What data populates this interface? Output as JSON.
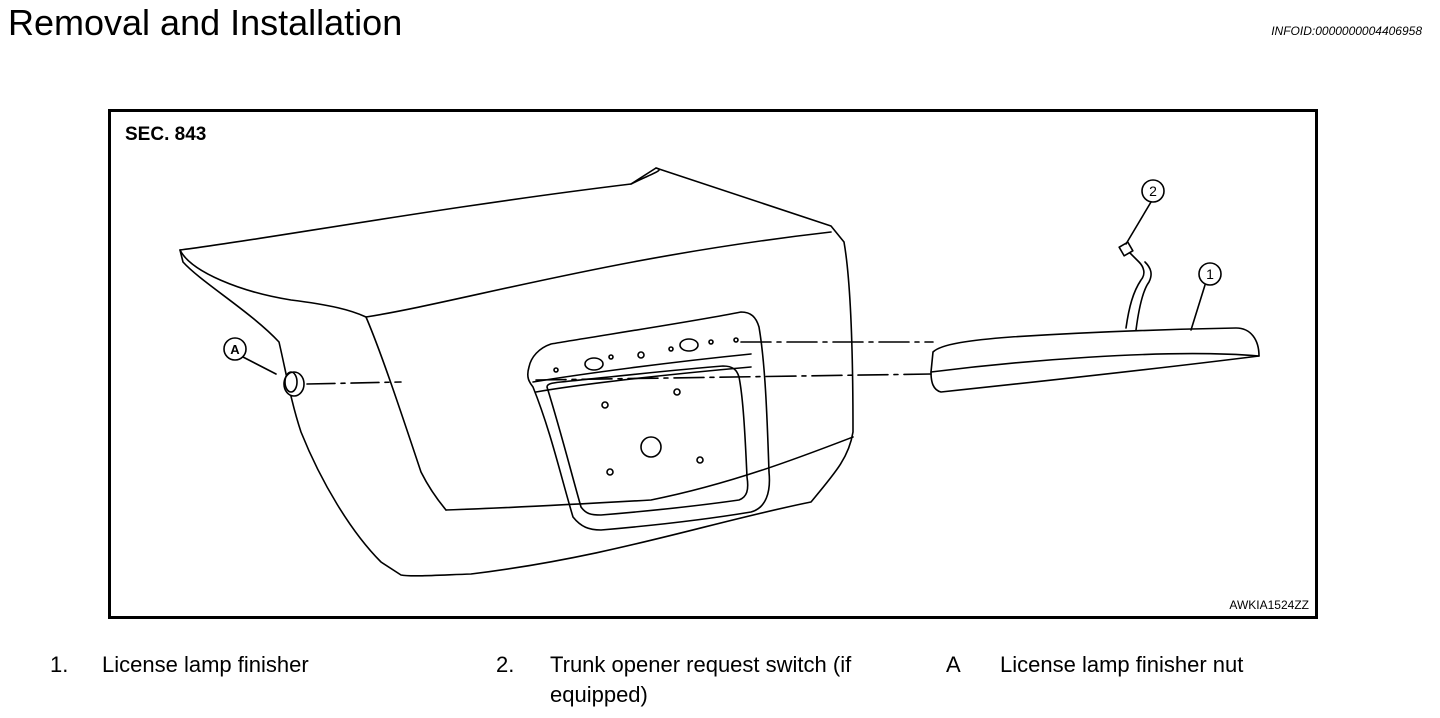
{
  "header": {
    "title": "Removal and Installation",
    "info_id": "INFOID:0000000004406958"
  },
  "figure": {
    "section": "SEC. 843",
    "code": "AWKIA1524ZZ",
    "callouts": {
      "one": "1",
      "two": "2",
      "a": "A"
    }
  },
  "legend": [
    {
      "key": "1.",
      "text": "License lamp finisher"
    },
    {
      "key": "2.",
      "text": "Trunk opener request switch (if equipped)"
    },
    {
      "key": "A",
      "text": "License lamp finisher nut"
    }
  ]
}
